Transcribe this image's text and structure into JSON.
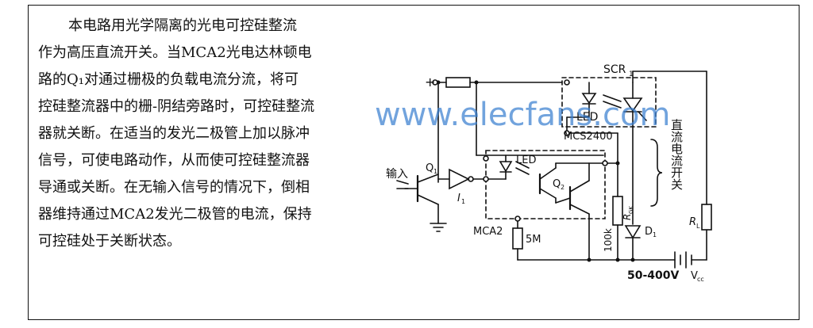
{
  "description": [
    "本电路用光学隔离的光电可控硅整流",
    "作为高压直流开关。当MCA2光电达林顿电",
    "路的Q₁对通过栅极的负载电流分流，将可",
    "控硅整流器中的栅-阴结旁路时，可控硅整流",
    "器就关断。在适当的发光二极管上加以脉冲",
    "信号，可使电路动作，从而使可控硅整流器",
    "导通或关断。在无输入信号的情况下，倒相",
    "器维持通过MCA2发光二极管的电流，保持",
    "可控硅处于关断状态。"
  ],
  "watermark": "www.elecfans.com",
  "circuit": {
    "plus_sign": "+",
    "scr_label": "SCR",
    "scr_sub": "1",
    "led_top": "LED",
    "mcs_label": "MCS2400",
    "led_mid": "LED",
    "input_label": "输入",
    "q1_label": "Q",
    "q1_sub": "1",
    "i1_label": "I",
    "i1_sub": "1",
    "q2_label": "Q",
    "q2_sub": "2",
    "mca_label": "MCA2",
    "r5m_label": "5M",
    "r100k_label": "100k",
    "rgk_label": "R",
    "rgk_sub": "GK",
    "d1_label": "D",
    "d1_sub": "1",
    "rl_label": "R",
    "rl_sub": "L",
    "vcc_label": "V",
    "vcc_sub": "cc",
    "voltage_label": "50-400V",
    "switch_label": "直流电流开关"
  }
}
